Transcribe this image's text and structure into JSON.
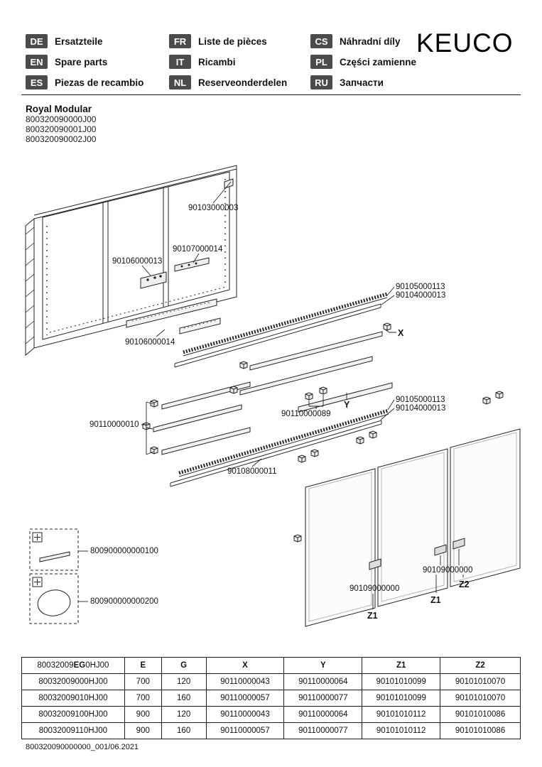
{
  "header": {
    "brand": "KEUCO",
    "languages": [
      {
        "code": "DE",
        "label": "Ersatzteile"
      },
      {
        "code": "EN",
        "label": "Spare parts"
      },
      {
        "code": "ES",
        "label": "Piezas de recambio"
      },
      {
        "code": "FR",
        "label": "Liste de pièces"
      },
      {
        "code": "IT",
        "label": "Ricambi"
      },
      {
        "code": "NL",
        "label": "Reserveonderdelen"
      },
      {
        "code": "CS",
        "label": "Náhradní díly"
      },
      {
        "code": "PL",
        "label": "Części zamienne"
      },
      {
        "code": "RU",
        "label": "Запчасти"
      }
    ]
  },
  "product": {
    "name": "Royal Modular",
    "variants": [
      "800320090000J00",
      "800320090001J00",
      "800320090002J00"
    ]
  },
  "diagram": {
    "labels": {
      "back_panel": "90103000003",
      "light_unit": "90107000014",
      "control_unit": "90106000013",
      "rail_led_top": "90105000113",
      "rail_profile_top": "90104000013",
      "light_cover": "90106000014",
      "ref_x": "X",
      "ref_y": "Y",
      "rail_led_mid": "90105000113",
      "rail_profile_mid": "90104000013",
      "shelf_clips": "90110000089",
      "shelf_set": "90110000010",
      "rail_bottom": "90108000011",
      "accessory_strip": "800900000000100",
      "accessory_mirror": "800900000000200",
      "damper_left": "90109000000",
      "damper_right": "90109000000",
      "ref_z1_left": "Z1",
      "ref_z1_right": "Z1",
      "ref_z2": "Z2"
    }
  },
  "table": {
    "header": {
      "model_prefix": "80032009",
      "model_bold": "EG",
      "model_suffix": "0HJ00",
      "cols": [
        "E",
        "G",
        "X",
        "Y",
        "Z1",
        "Z2"
      ]
    },
    "rows": [
      {
        "model": "80032009000HJ00",
        "e": "700",
        "g": "120",
        "x": "90110000043",
        "y": "90110000064",
        "z1": "90101010099",
        "z2": "90101010070"
      },
      {
        "model": "80032009010HJ00",
        "e": "700",
        "g": "160",
        "x": "90110000057",
        "y": "90110000077",
        "z1": "90101010099",
        "z2": "90101010070"
      },
      {
        "model": "80032009100HJ00",
        "e": "900",
        "g": "120",
        "x": "90110000043",
        "y": "90110000064",
        "z1": "90101010112",
        "z2": "90101010086"
      },
      {
        "model": "80032009110HJ00",
        "e": "900",
        "g": "160",
        "x": "90110000057",
        "y": "90110000077",
        "z1": "90101010112",
        "z2": "90101010086"
      }
    ]
  },
  "footer": {
    "doc_ref": "800320090000000_001/06.2021"
  },
  "colors": {
    "badge": "#4b4b4b",
    "line": "#222222"
  }
}
